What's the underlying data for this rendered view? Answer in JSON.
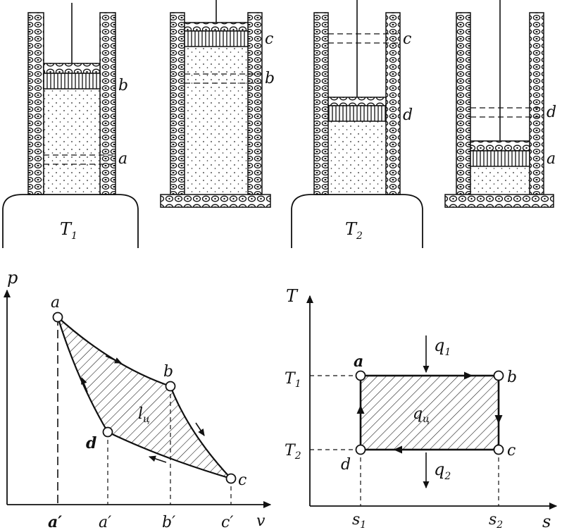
{
  "cylinders": {
    "c1": {
      "marks": [
        "b",
        "a"
      ],
      "reservoir": "T",
      "reservoir_sub": "1"
    },
    "c2": {
      "marks": [
        "c",
        "b"
      ]
    },
    "c3": {
      "marks": [
        "c",
        "d"
      ],
      "reservoir": "T",
      "reservoir_sub": "2"
    },
    "c4": {
      "marks": [
        "d",
        "a"
      ]
    }
  },
  "pv": {
    "y_axis": "p",
    "x_axis": "v",
    "points": [
      {
        "label": "a",
        "proj": "a′"
      },
      {
        "label": "b",
        "proj": "b′"
      },
      {
        "label": "c",
        "proj": "c′"
      },
      {
        "label": "d",
        "proj": "a′"
      }
    ],
    "work_label": "l",
    "work_sub": "ц"
  },
  "ts": {
    "y_axis": "T",
    "x_axis": "s",
    "t1": "T",
    "t1_sub": "1",
    "t2": "T",
    "t2_sub": "2",
    "s1": "s",
    "s1_sub": "1",
    "s2": "s",
    "s2_sub": "2",
    "corners": [
      "a",
      "b",
      "c",
      "d"
    ],
    "q1": "q",
    "q1_sub": "1",
    "q2": "q",
    "q2_sub": "2",
    "qc": "q",
    "qc_sub": "ц"
  }
}
